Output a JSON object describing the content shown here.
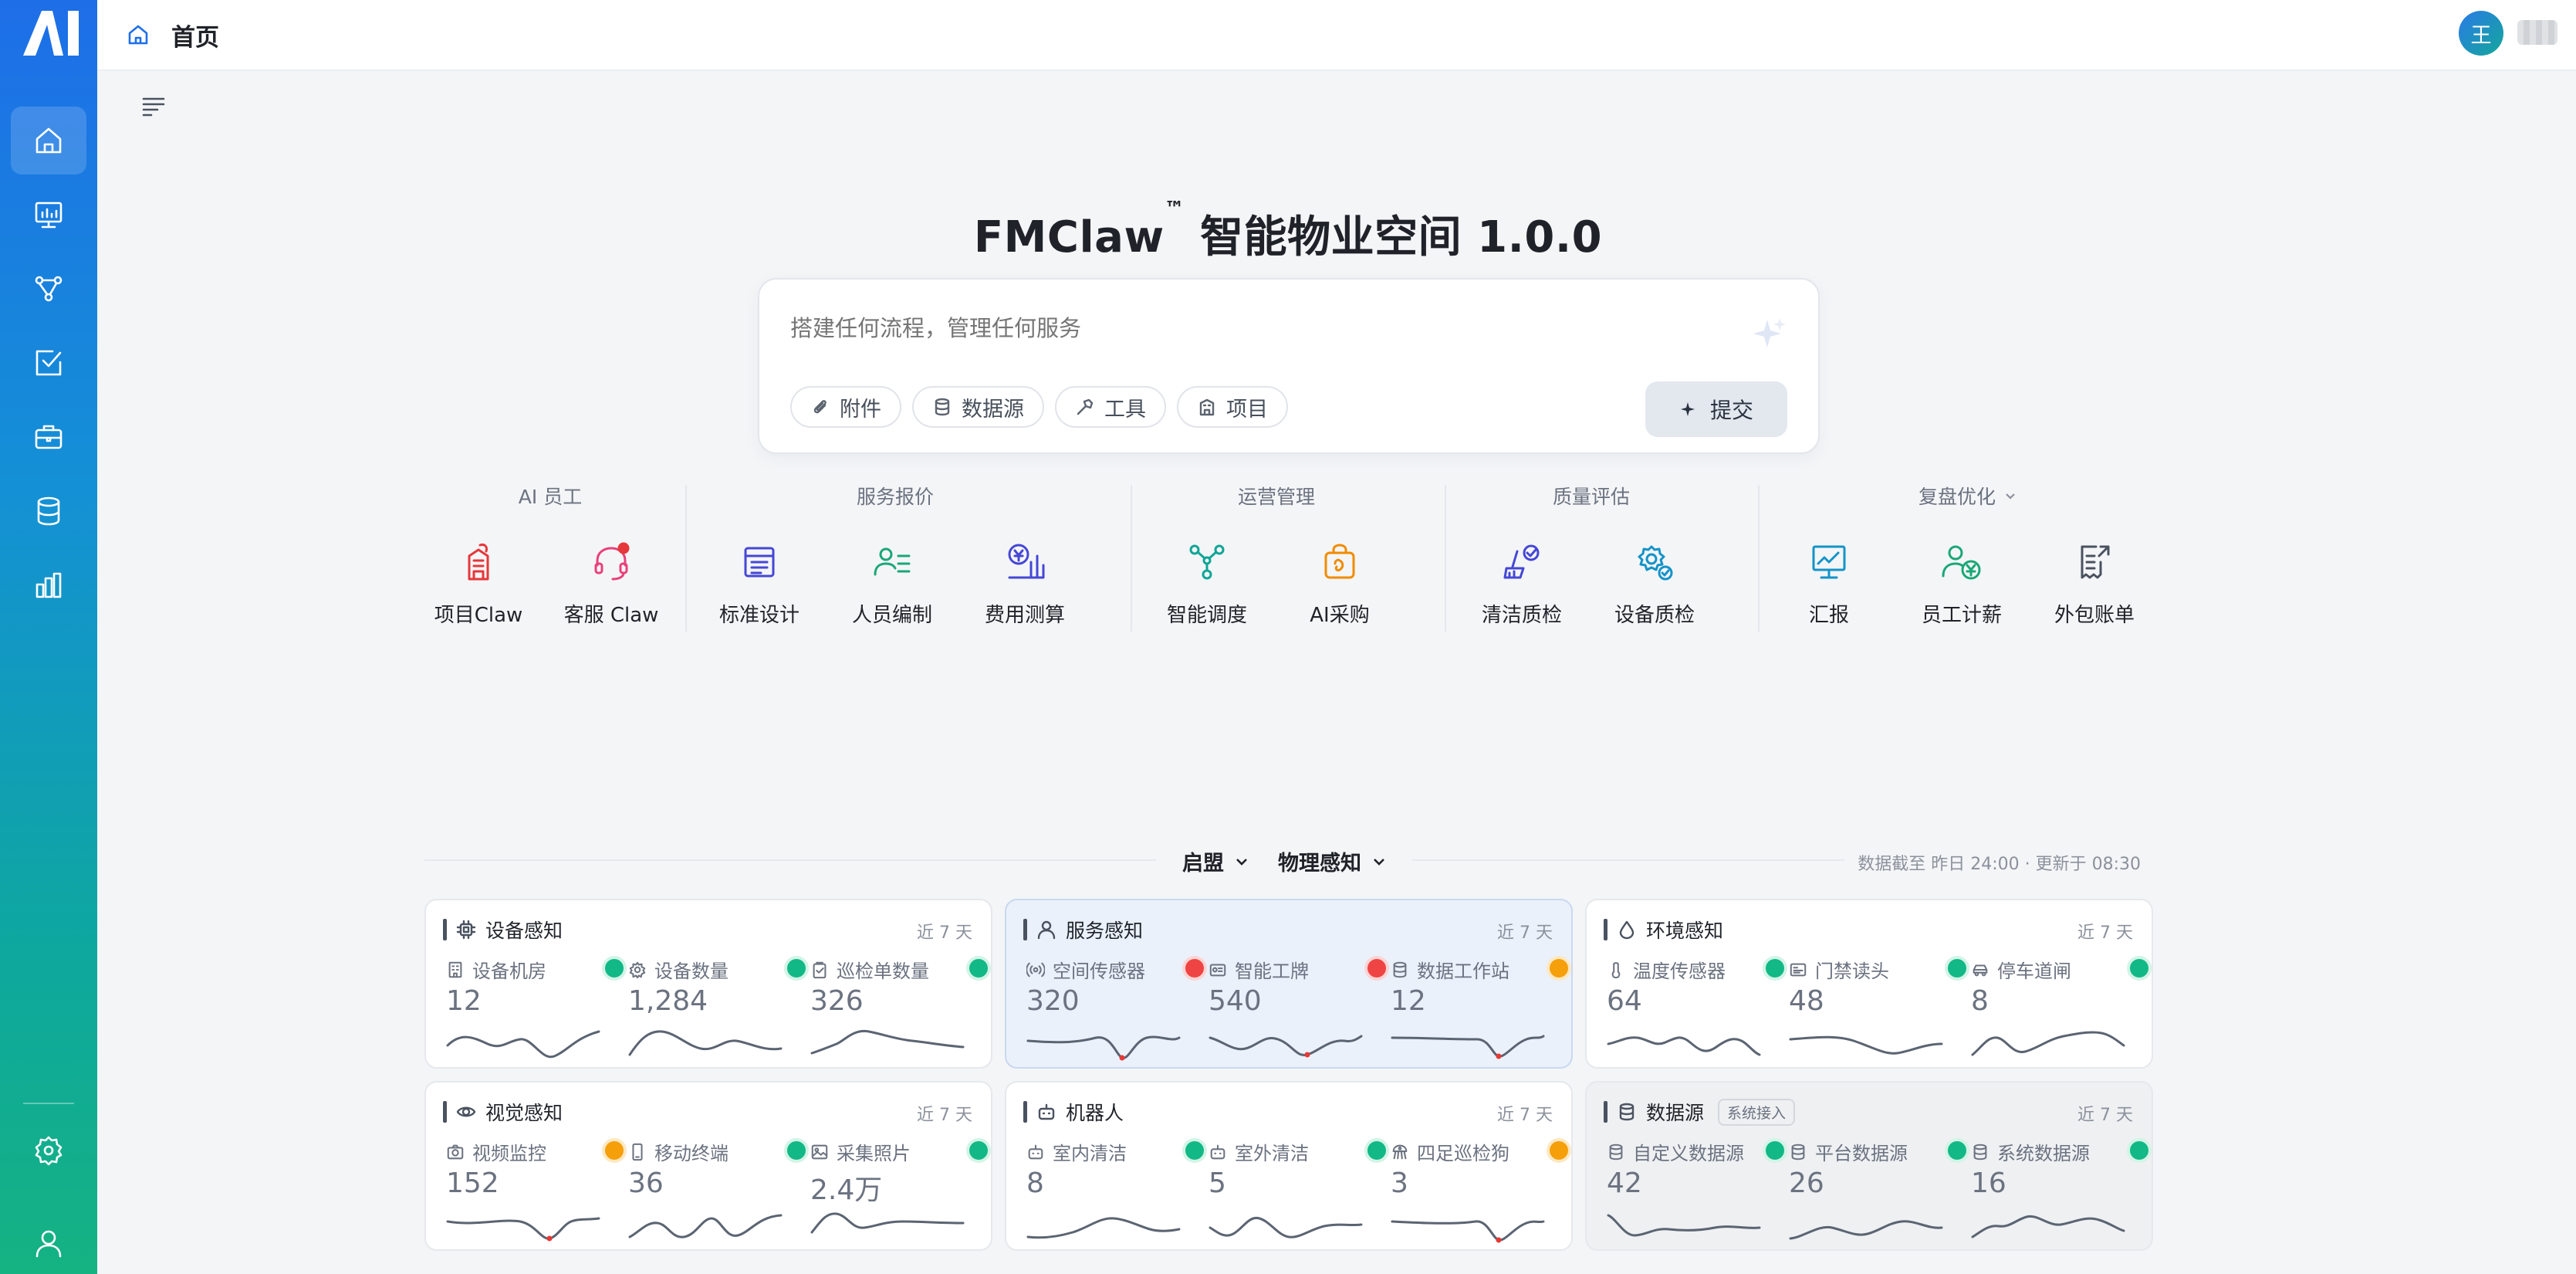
{
  "header": {
    "breadcrumb": "首页",
    "avatar_initial": "王"
  },
  "hero": {
    "title_main": "FMClaw",
    "title_tm": "™",
    "title_rest": " 智能物业空间 1.0.0",
    "search_placeholder": "搭建任何流程，管理任何服务",
    "chips": [
      "附件",
      "数据源",
      "工具",
      "项目"
    ],
    "submit_label": "提交"
  },
  "categories": [
    {
      "title": "AI 员工",
      "items": [
        "项目Claw",
        "客服 Claw"
      ]
    },
    {
      "title": "服务报价",
      "items": [
        "标准设计",
        "人员编制",
        "费用测算"
      ]
    },
    {
      "title": "运营管理",
      "items": [
        "智能调度",
        "AI采购"
      ]
    },
    {
      "title": "质量评估",
      "items": [
        "清洁质检",
        "设备质检"
      ]
    },
    {
      "title": "复盘优化",
      "items": [
        "汇报",
        "员工计薪",
        "外包账单"
      ]
    }
  ],
  "data_section": {
    "project_select": "启盟",
    "type_select": "物理感知",
    "as_of": "数据截至 昨日 24:00 · 更新于 08:30"
  },
  "cards": [
    {
      "title": "设备感知",
      "range": "近 7 天",
      "icon": "chip-icon",
      "metrics": [
        {
          "label": "设备机房",
          "value": "12",
          "status": "green",
          "icon": "building-icon"
        },
        {
          "label": "设备数量",
          "value": "1,284",
          "status": "green",
          "icon": "gear-icon"
        },
        {
          "label": "巡检单数量",
          "value": "326",
          "status": "green",
          "icon": "clipboard-icon"
        }
      ]
    },
    {
      "title": "服务感知",
      "range": "近 7 天",
      "icon": "user-icon",
      "metrics": [
        {
          "label": "空间传感器",
          "value": "320",
          "status": "red",
          "icon": "sensor-icon"
        },
        {
          "label": "智能工牌",
          "value": "540",
          "status": "red",
          "icon": "badge-icon"
        },
        {
          "label": "数据工作站",
          "value": "12",
          "status": "orange",
          "icon": "database-icon"
        }
      ]
    },
    {
      "title": "环境感知",
      "range": "近 7 天",
      "icon": "drop-icon",
      "metrics": [
        {
          "label": "温度传感器",
          "value": "64",
          "status": "green",
          "icon": "thermometer-icon"
        },
        {
          "label": "门禁读头",
          "value": "48",
          "status": "green",
          "icon": "card-reader-icon"
        },
        {
          "label": "停车道闸",
          "value": "8",
          "status": "green",
          "icon": "car-icon"
        }
      ]
    },
    {
      "title": "视觉感知",
      "range": "近 7 天",
      "icon": "eye-icon",
      "metrics": [
        {
          "label": "视频监控",
          "value": "152",
          "status": "orange",
          "icon": "camera-icon"
        },
        {
          "label": "移动终端",
          "value": "36",
          "status": "green",
          "icon": "phone-icon"
        },
        {
          "label": "采集照片",
          "value": "2.4万",
          "status": "green",
          "icon": "image-icon"
        }
      ]
    },
    {
      "title": "机器人",
      "range": "近 7 天",
      "icon": "robot-icon",
      "metrics": [
        {
          "label": "室内清洁",
          "value": "8",
          "status": "green",
          "icon": "robot-icon"
        },
        {
          "label": "室外清洁",
          "value": "5",
          "status": "green",
          "icon": "robot-icon"
        },
        {
          "label": "四足巡检狗",
          "value": "3",
          "status": "orange",
          "icon": "dog-robot-icon"
        }
      ]
    },
    {
      "title": "数据源",
      "badge": "系统接入",
      "range": "近 7 天",
      "icon": "database-icon",
      "metrics": [
        {
          "label": "自定义数据源",
          "value": "42",
          "status": "green",
          "icon": "database-icon"
        },
        {
          "label": "平台数据源",
          "value": "26",
          "status": "green",
          "icon": "database-icon"
        },
        {
          "label": "系统数据源",
          "value": "16",
          "status": "green",
          "icon": "database-icon"
        }
      ]
    }
  ],
  "colors": {
    "accent": "#1e6fe8",
    "green": "#12b886",
    "red": "#ef4444",
    "orange": "#f59f0b"
  }
}
